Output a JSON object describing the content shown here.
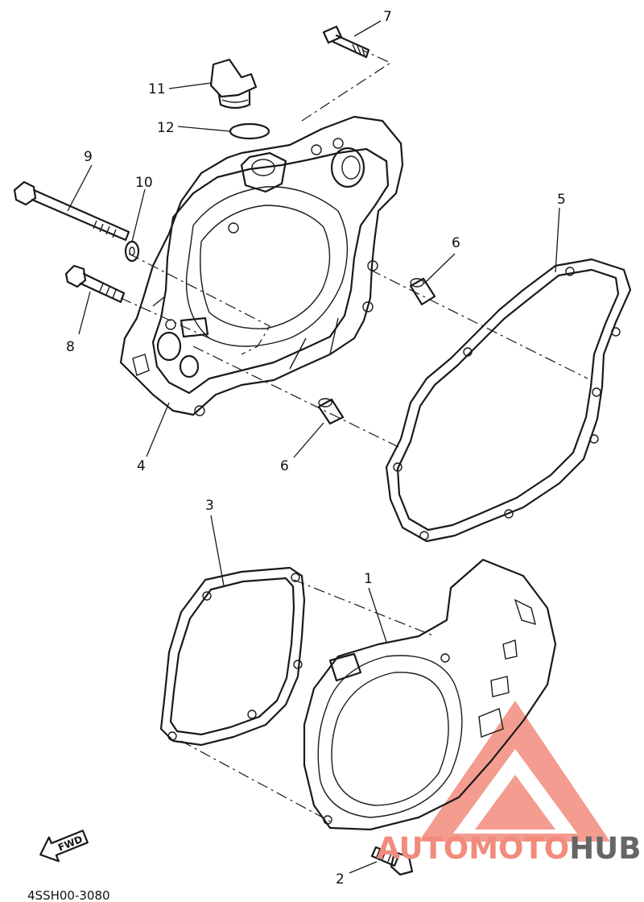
{
  "callouts": {
    "c1": "1",
    "c2": "2",
    "c3": "3",
    "c4": "4",
    "c5": "5",
    "c6a": "6",
    "c6b": "6",
    "c7": "7",
    "c8": "8",
    "c9": "9",
    "c10": "10",
    "c11": "11",
    "c12": "12"
  },
  "direction_badge": "FWD",
  "drawing_code": "4SSH00-3080",
  "watermark": {
    "part1": "AUTOMOTO",
    "part2": "HUB",
    "color_main": "#f28b7c",
    "color_dark": "#666666"
  }
}
